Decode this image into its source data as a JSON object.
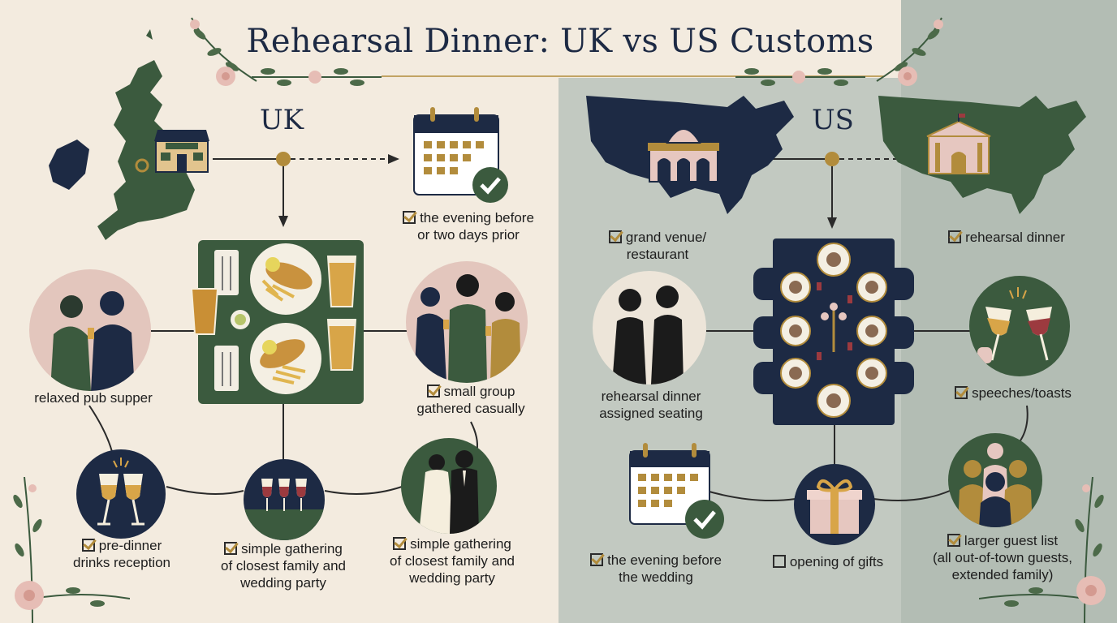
{
  "title": "Rehearsal Dinner: UK vs US Customs",
  "uk": {
    "heading": "UK",
    "timing": {
      "line1": "the evening before",
      "line2": "or two days prior",
      "checked": true
    },
    "pub": {
      "label": "relaxed pub supper"
    },
    "group": {
      "line1": "small group",
      "line2": "gathered casually",
      "checked": true
    },
    "drinks": {
      "line1": "pre-dinner",
      "line2": "drinks reception",
      "checked": true
    },
    "gathering_a": {
      "line1": "simple gathering",
      "line2": "of closest family and",
      "line3": "wedding party",
      "checked": true
    },
    "gathering_b": {
      "line1": "simple gathering",
      "line2": "of closest family and",
      "line3": "wedding party",
      "checked": true
    }
  },
  "us": {
    "heading": "US",
    "venue": {
      "line1": "grand venue/",
      "line2": "restaurant",
      "checked": true
    },
    "rehearsal": {
      "label": "rehearsal dinner",
      "checked": true
    },
    "seating": {
      "line1": "rehearsal dinner",
      "line2": "assigned seating"
    },
    "speeches": {
      "label": "speeches/toasts",
      "checked": true
    },
    "timing": {
      "line1": "the evening before",
      "line2": "the wedding",
      "checked": true
    },
    "gifts": {
      "label": "opening of gifts",
      "checked": false
    },
    "guests": {
      "line1": "larger guest list",
      "line2": "(all out-of-town guests,",
      "line3": "extended family)",
      "checked": true
    }
  },
  "colors": {
    "navy": "#1d2a44",
    "green": "#3b5a3e",
    "gold": "#b28c3c",
    "blush": "#e6c7c0",
    "uk_bg": "#f3ebdf",
    "us_bg": "#c2c9c1"
  },
  "icons": [
    "uk-map-icon",
    "pub-icon",
    "calendar-icon",
    "check-circle-icon",
    "fish-and-chips-icon",
    "beer-icon",
    "toast-icon",
    "couple-icon",
    "us-map-icon",
    "capitol-icon",
    "banquet-table-icon",
    "wine-icon",
    "gift-icon",
    "family-icon",
    "floral-decoration-icon"
  ]
}
